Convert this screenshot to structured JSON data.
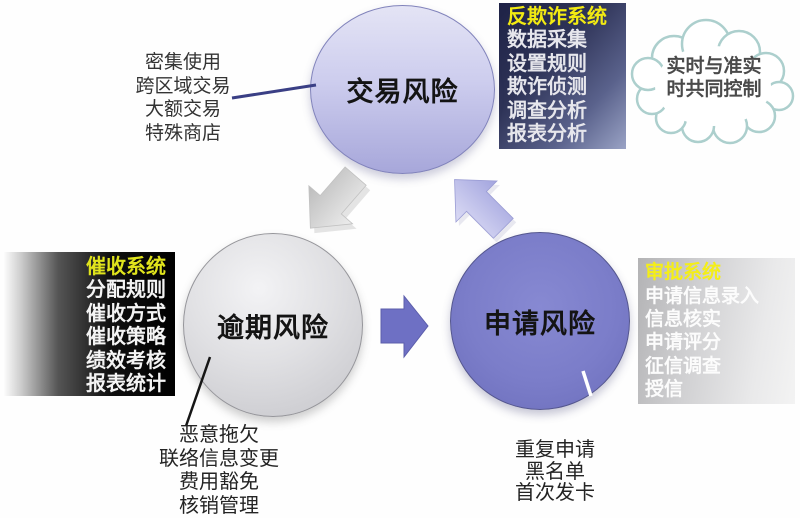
{
  "nodes": {
    "transaction": {
      "label": "交易风险"
    },
    "overdue": {
      "label": "逾期风险"
    },
    "application": {
      "label": "申请风险"
    }
  },
  "boxes": {
    "anti_fraud": {
      "title": "反欺诈系统",
      "items": [
        "数据采集",
        "设置规则",
        "欺诈侦测",
        "调查分析",
        "报表分析"
      ]
    },
    "collection": {
      "title": "催收系统",
      "items": [
        "分配规则",
        "催收方式",
        "催收策略",
        "绩效考核",
        "报表统计"
      ]
    },
    "approval": {
      "title": "审批系统",
      "items": [
        "申请信息录入",
        "信息核实",
        "申请评分",
        "征信调查",
        "授信"
      ]
    }
  },
  "cloud": {
    "lines": [
      "实时与准实",
      "时共同控制"
    ]
  },
  "annotations": {
    "transaction_factors": [
      "密集使用",
      "跨区域交易",
      "大额交易",
      "特殊商店"
    ],
    "overdue_factors": [
      "恶意拖欠",
      "联络信息变更",
      "费用豁免",
      "核销管理"
    ],
    "application_factors": [
      "重复申请",
      "黑名单",
      "首次发卡"
    ]
  },
  "colors": {
    "transaction_circle": "#c9c9ec",
    "overdue_circle": "#dcdcdf",
    "application_circle": "#7b7dc9",
    "cycle_arrow_purple": "#6e70c4",
    "cycle_arrow_gray": "#d4d4d4",
    "cycle_arrow_lavender": "#bdbee8",
    "anti_fraud_box": "#2a2f55",
    "collection_box": "#000000",
    "approval_box": "#d9d9da",
    "system_title_yellow": "#f2ea12",
    "cloud_outline": "#accfcd",
    "annotation_line_blue": "#3a3f85"
  }
}
